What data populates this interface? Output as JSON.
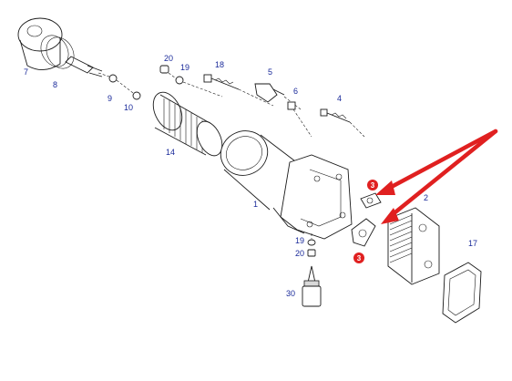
{
  "callouts": {
    "c1": "1",
    "c2": "2",
    "c3a": "3",
    "c3b": "3",
    "c4": "4",
    "c5": "5",
    "c6": "6",
    "c7": "7",
    "c8": "8",
    "c9": "9",
    "c10": "10",
    "c14": "14",
    "c17": "17",
    "c18": "18",
    "c19a": "19",
    "c19b": "19",
    "c20a": "20",
    "c20b": "20",
    "c30": "30"
  },
  "colors": {
    "callout_text": "#1a2a9a",
    "highlight_arrow": "#e02020",
    "badge": "#e02020"
  }
}
